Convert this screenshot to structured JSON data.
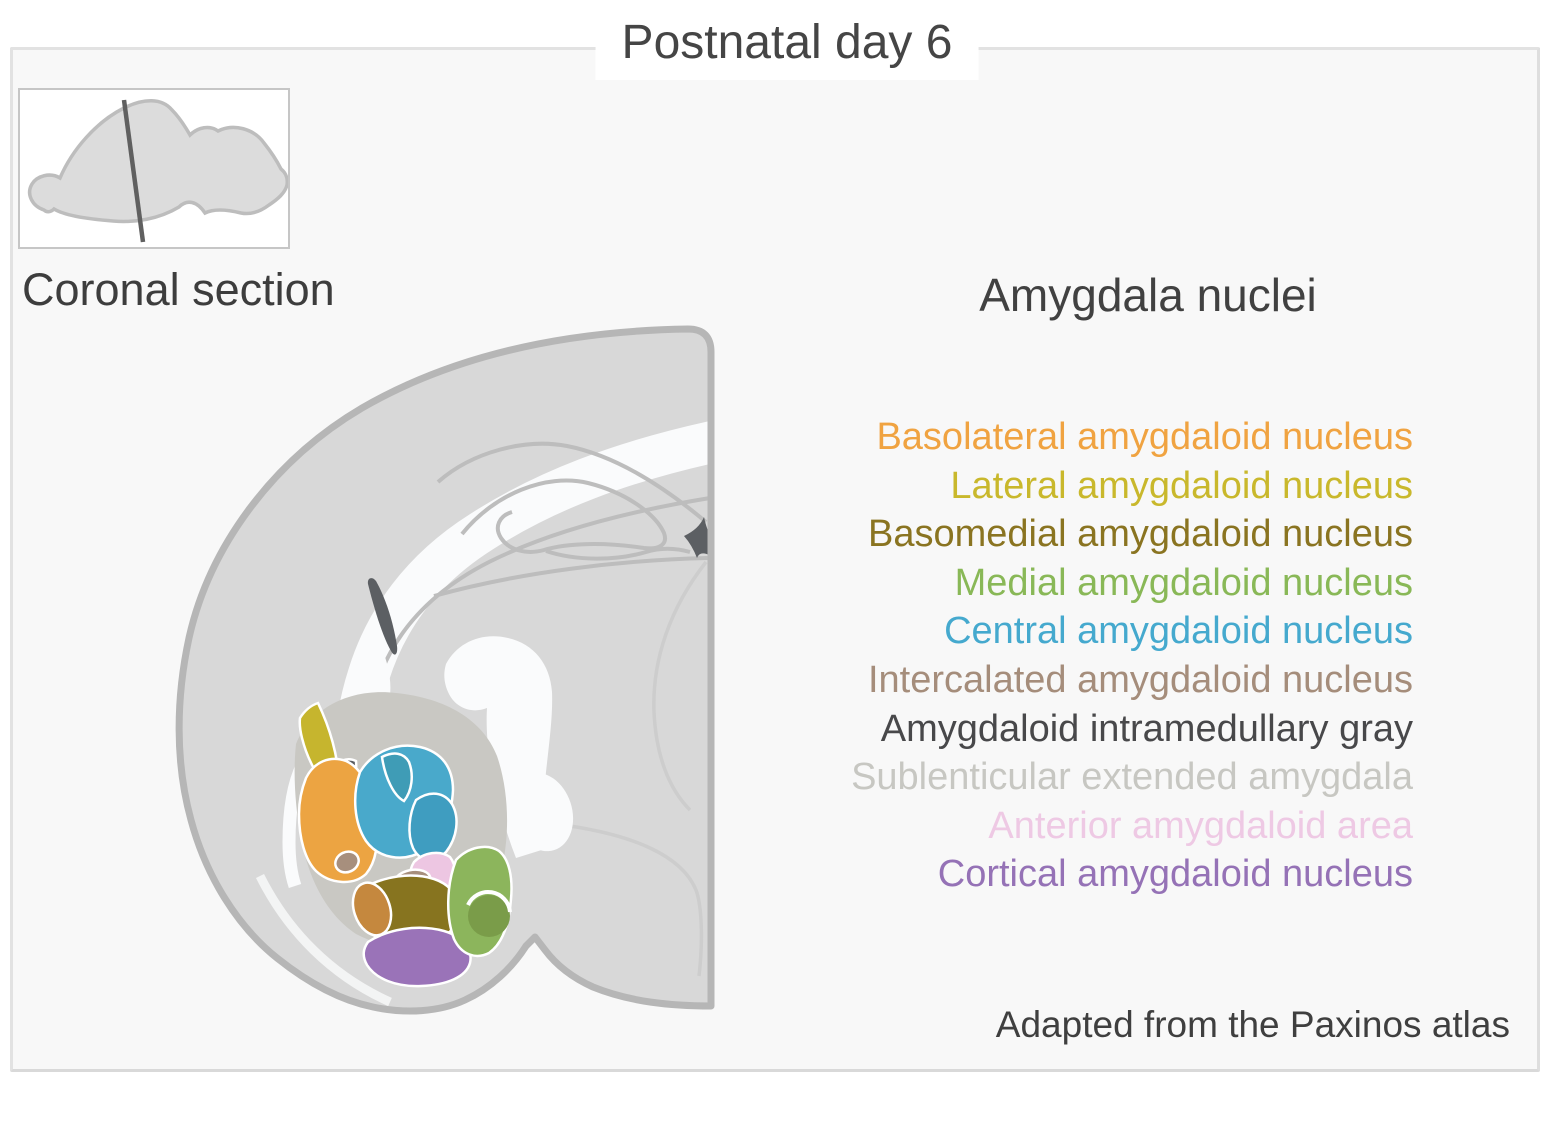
{
  "title": "Postnatal day 6",
  "inset": {
    "label": "Coronal section"
  },
  "legend": {
    "heading": "Amygdala nuclei",
    "attribution": "Adapted from the Paxinos atlas",
    "nuclei": [
      {
        "label": "Basolateral amygdaloid nucleus",
        "color": "#f0a341"
      },
      {
        "label": "Lateral amygdaloid nucleus",
        "color": "#c9b82c"
      },
      {
        "label": "Basomedial amygdaloid nucleus",
        "color": "#8a7421"
      },
      {
        "label": "Medial amygdaloid nucleus",
        "color": "#89b857"
      },
      {
        "label": "Central amygdaloid nucleus",
        "color": "#45a9ce"
      },
      {
        "label": "Intercalated amygdaloid nucleus",
        "color": "#a58d7b"
      },
      {
        "label": "Amygdaloid intramedullary gray",
        "color": "#48484a"
      },
      {
        "label": "Sublenticular extended amygdala",
        "color": "#c7c7c2"
      },
      {
        "label": "Anterior amygdaloid area",
        "color": "#eec9e4"
      },
      {
        "label": "Cortical amygdaloid nucleus",
        "color": "#9572b6"
      }
    ]
  },
  "brain": {
    "fill": "#d8d8d8",
    "outline": "#b6b6b6",
    "white_matter": "#fafbfc",
    "contour": "#bdbdbd",
    "faint_contour": "#cdcdcd",
    "ventricle": "#5c5f63",
    "region_colors": {
      "lateral": "#c6b52e",
      "basolateral": "#eca442",
      "basolateral_posterior": "#c5883e",
      "intramedullary": "#595c60",
      "central": "#49a9cb",
      "central_lobe": "#3f9cb6",
      "central_lobe2": "#3f9dc0",
      "intercalated": "#a78f7d",
      "anterior": "#edc6e2",
      "basomedial": "#87741f",
      "medial": "#8cb55c",
      "medial_inner": "#7a9c49",
      "cortical": "#9a73b8",
      "sublenticular": "#c9c8c3"
    }
  }
}
